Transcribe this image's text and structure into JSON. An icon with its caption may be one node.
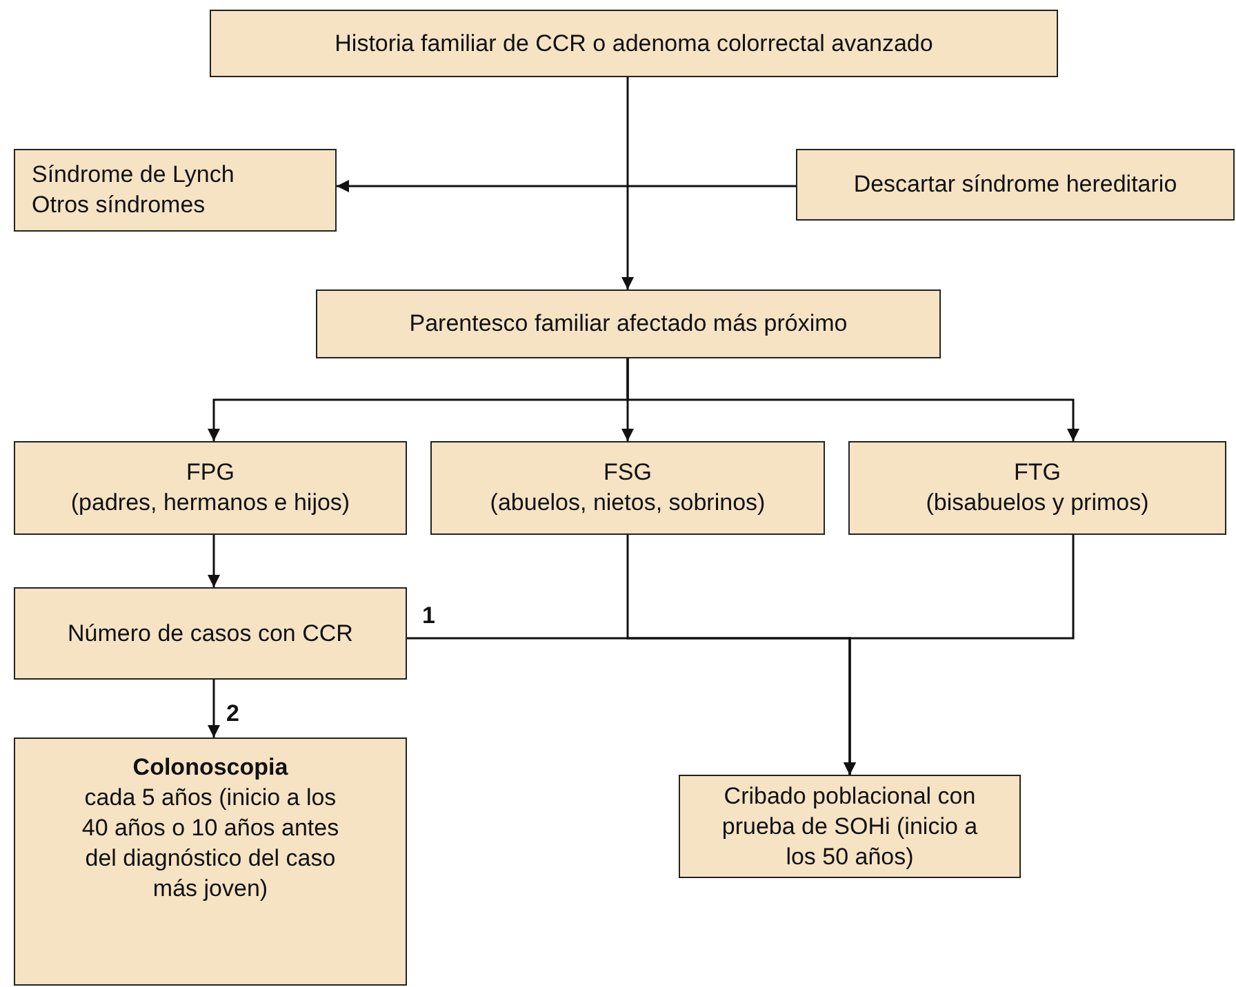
{
  "diagram": {
    "nodes": [
      {
        "text": [
          "Historia familiar de CCR o adenoma colorrectal avanzado"
        ]
      },
      {
        "text": [
          "Síndrome de Lynch",
          "Otros síndromes"
        ]
      },
      {
        "text": [
          "Descartar síndrome hereditario"
        ]
      },
      {
        "text": [
          "Parentesco familiar afectado más próximo"
        ]
      },
      {
        "text": [
          "FPG",
          "(padres, hermanos e hijos)"
        ]
      },
      {
        "text": [
          "FSG",
          "(abuelos, nietos, sobrinos)"
        ]
      },
      {
        "text": [
          "FTG",
          "(bisabuelos y primos)"
        ]
      },
      {
        "text": [
          "Número de casos con CCR"
        ]
      },
      {
        "text": [
          "Colonoscopia",
          "cada 5 años (inicio a los 40 años o 10 años antes del diagnóstico del caso más joven)"
        ]
      },
      {
        "text": [
          "Cribado poblacional con prueba de SOHi (inicio a los 50 años)"
        ]
      }
    ],
    "edges": [
      {
        "from": 0,
        "to": 3,
        "arrow": "to"
      },
      {
        "from": 2,
        "to": 1,
        "arrow": "to"
      },
      {
        "from": 3,
        "to": 4,
        "arrow": "to"
      },
      {
        "from": 3,
        "to": 5,
        "arrow": "to"
      },
      {
        "from": 3,
        "to": 6,
        "arrow": "to"
      },
      {
        "from": 4,
        "to": 7,
        "arrow": "to"
      },
      {
        "from": 7,
        "to": 9,
        "arrow": "to",
        "label": "1"
      },
      {
        "from": 5,
        "to": 9,
        "arrow": "to"
      },
      {
        "from": 6,
        "to": 9,
        "arrow": "to"
      },
      {
        "from": 7,
        "to": 8,
        "arrow": "to",
        "label": "2"
      }
    ]
  }
}
